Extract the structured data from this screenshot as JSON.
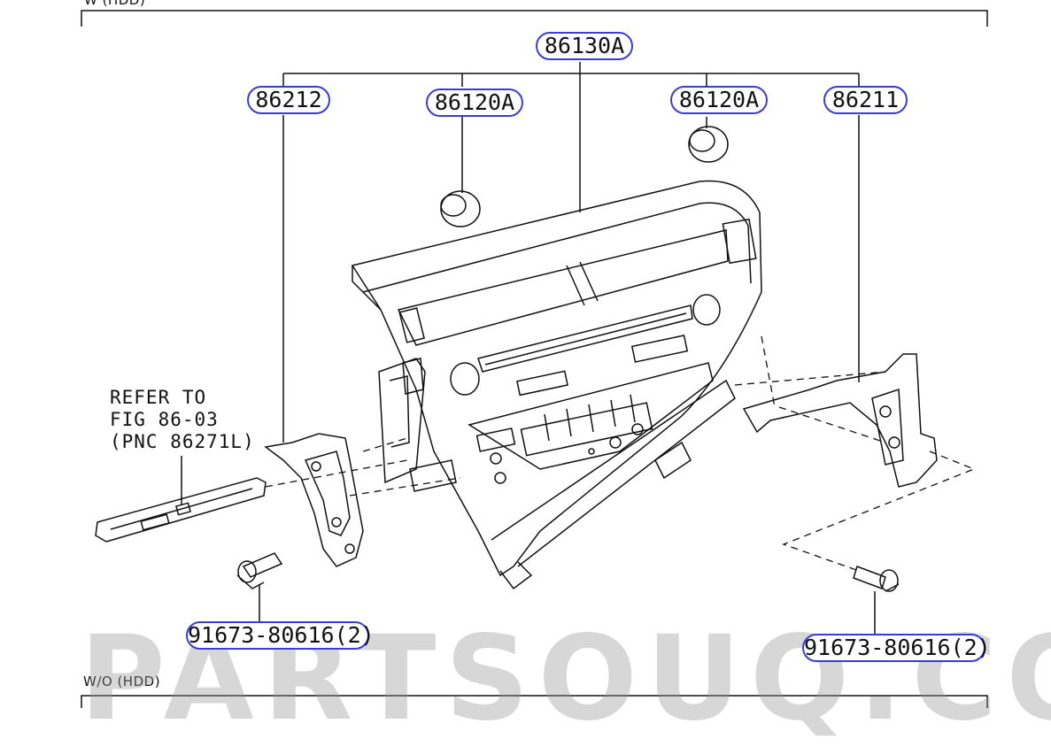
{
  "top_section_label": "W (HDD)",
  "bottom_section_label": "W/O (HDD)",
  "callouts": {
    "panel_assy": "86130A",
    "bracket_left": "86212",
    "knob_left": "86120A",
    "knob_right": "86120A",
    "bracket_right": "86211",
    "bolt_left": "91673-80616(2)",
    "bolt_right": "91673-80616(2)"
  },
  "reference_note": {
    "line1": "REFER TO",
    "line2": "FIG 86-03",
    "line3": "(PNC 86271L)"
  },
  "watermark": "PARTSOUQ.COM",
  "colors": {
    "callout_border": "#3b3bd6",
    "line": "#111111",
    "watermark": "#969696"
  }
}
